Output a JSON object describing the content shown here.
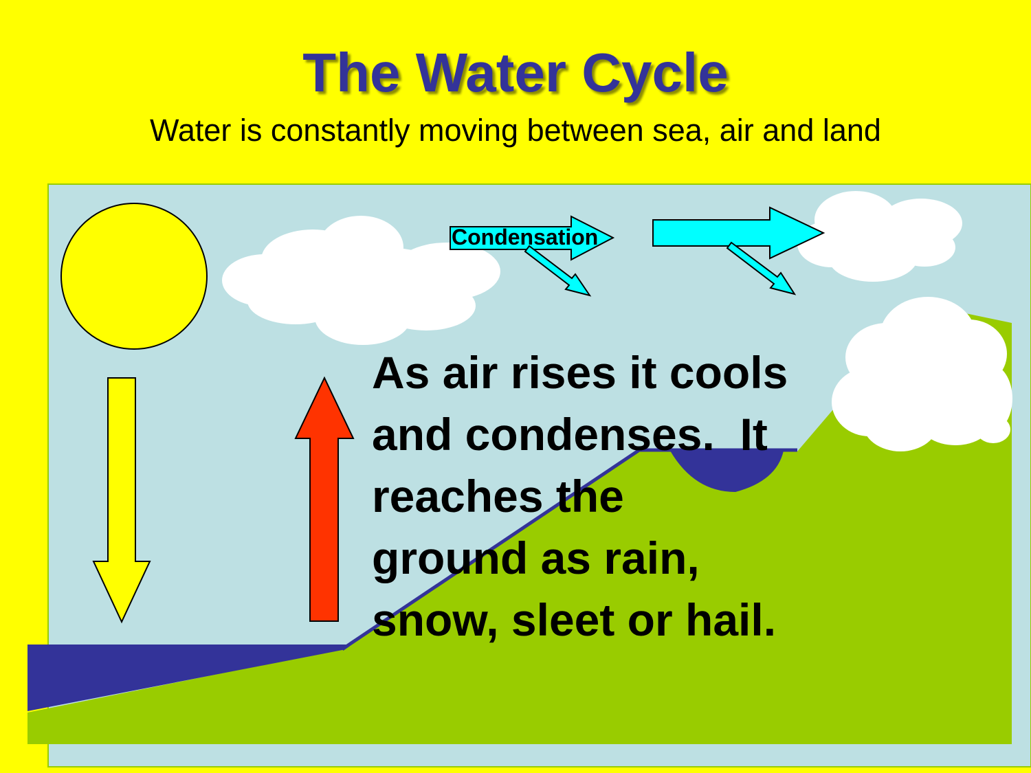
{
  "slide": {
    "title": "The Water Cycle",
    "subtitle": "Water is constantly moving between sea, air and land",
    "condensation_label": "Condensation",
    "body_lines": [
      "As air rises it cools",
      "and condenses.  It",
      "reaches the",
      "ground as rain,",
      "snow, sleet or hail."
    ]
  },
  "colors": {
    "background": "#ffff00",
    "sky": "#bde0e3",
    "land": "#99cc00",
    "water": "#333399",
    "sun": "#ffff00",
    "sunlight_arrow": "#ffff00",
    "evaporation_arrow": "#ff3300",
    "condensation_arrow": "#00ffff",
    "cloud": "#ffffff",
    "title": "#333399"
  }
}
